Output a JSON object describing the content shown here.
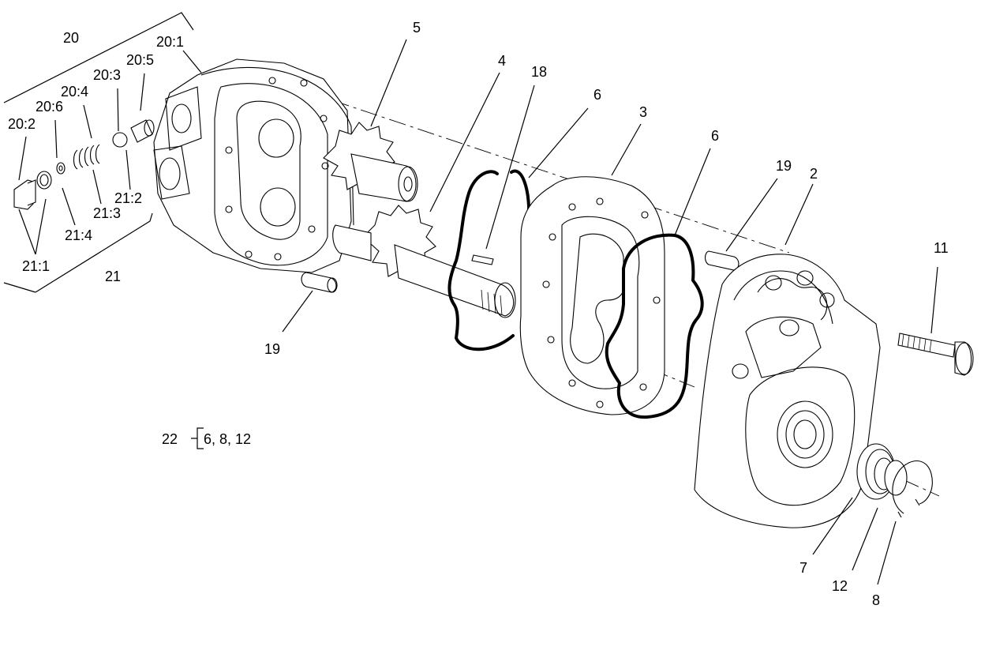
{
  "labels": {
    "p20": "20",
    "p20_1": "20:1",
    "p20_2": "20:2",
    "p20_3": "20:3",
    "p20_4": "20:4",
    "p20_5": "20:5",
    "p20_6": "20:6",
    "p21": "21",
    "p21_1": "21:1",
    "p21_2": "21:2",
    "p21_3": "21:3",
    "p21_4": "21:4",
    "p5": "5",
    "p4": "4",
    "p18": "18",
    "p6a": "6",
    "p3": "3",
    "p6b": "6",
    "p19a": "19",
    "p2": "2",
    "p11": "11",
    "p19b": "19",
    "p7": "7",
    "p12": "12",
    "p8": "8"
  },
  "kit": {
    "number": "22",
    "contents": "6, 8, 12"
  }
}
